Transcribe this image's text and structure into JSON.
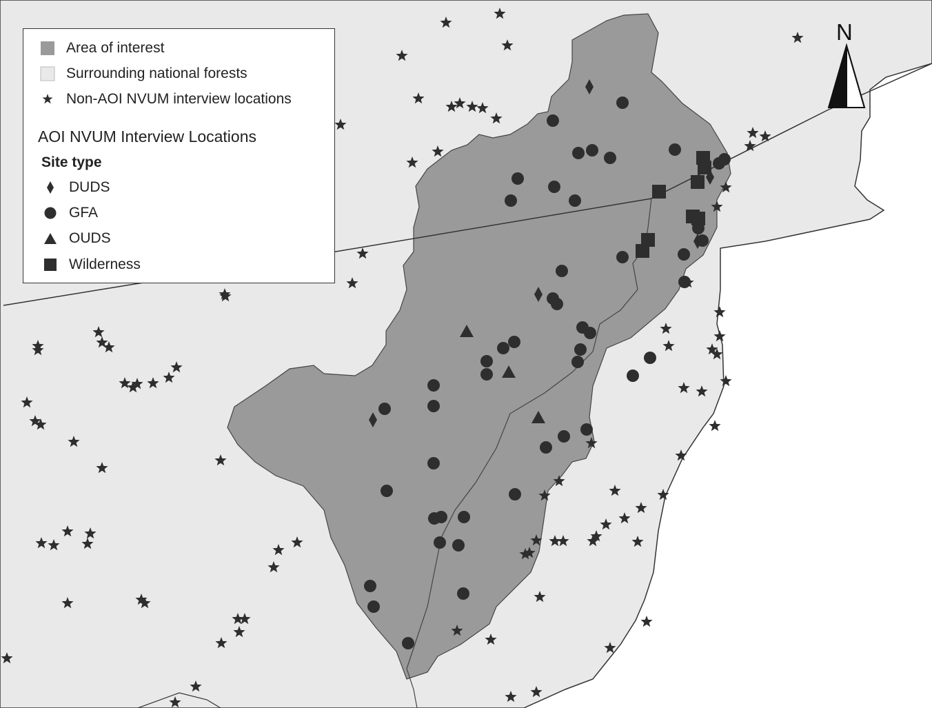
{
  "legend": {
    "items": [
      {
        "label": "Area of interest",
        "icon": "aoi-swatch"
      },
      {
        "label": "Surrounding national forests",
        "icon": "forest-swatch"
      },
      {
        "label": "Non-AOI NVUM interview locations",
        "icon": "star-icon"
      }
    ],
    "section_title": "AOI NVUM Interview Locations",
    "site_type_label": "Site type",
    "site_types": [
      {
        "label": "DUDS",
        "icon": "diamond-icon"
      },
      {
        "label": "GFA",
        "icon": "circle-icon"
      },
      {
        "label": "OUDS",
        "icon": "triangle-icon"
      },
      {
        "label": "Wilderness",
        "icon": "square-icon"
      }
    ]
  },
  "north_arrow": {
    "label": "N"
  },
  "colors": {
    "aoi": "#9a9a9a",
    "forest": "#e9e9e9",
    "background": "#ffffff",
    "marker": "#2e2e2e",
    "boundary": "#333333"
  }
}
